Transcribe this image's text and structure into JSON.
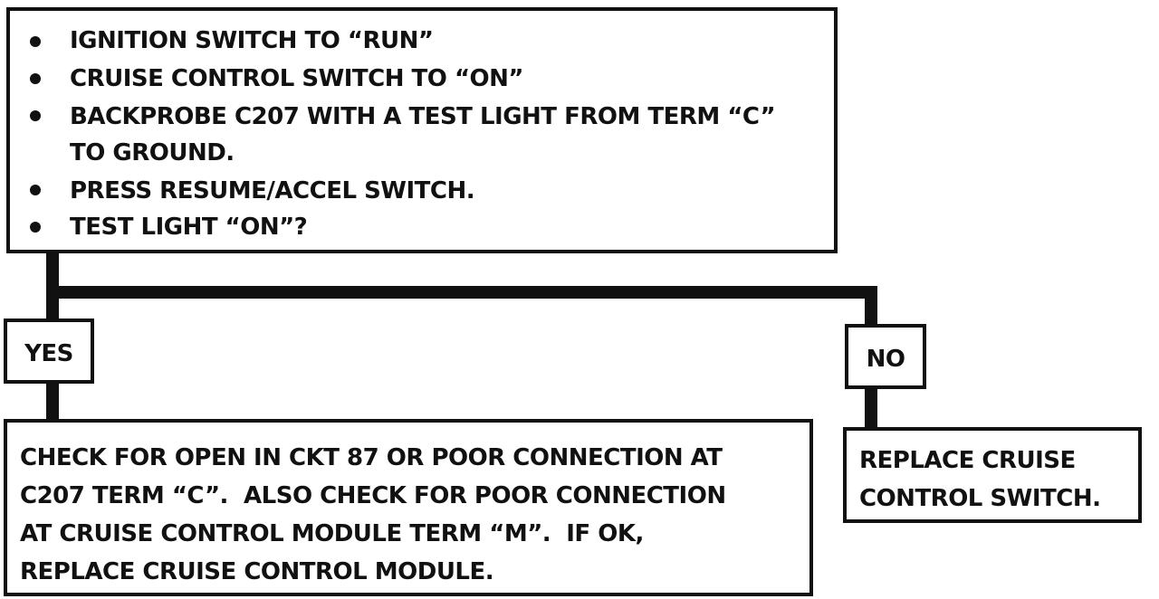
{
  "question_box": {
    "steps": [
      "IGNITION SWITCH TO “RUN”",
      "CRUISE CONTROL SWITCH TO “ON”",
      "BACKPROBE C207 WITH A TEST LIGHT FROM TERM “C”",
      "TO GROUND.",
      "PRESS RESUME/ACCEL SWITCH.",
      "TEST LIGHT “ON”?"
    ]
  },
  "branches": {
    "yes_label": "YES",
    "no_label": "NO"
  },
  "actions": {
    "yes_lines": [
      "CHECK FOR OPEN IN CKT 87 OR POOR CONNECTION AT",
      "C207 TERM “C”.  ALSO CHECK FOR POOR CONNECTION",
      "AT CRUISE CONTROL MODULE TERM “M”.  IF OK,",
      "REPLACE CRUISE CONTROL MODULE."
    ],
    "no_lines": [
      "REPLACE CRUISE",
      "CONTROL SWITCH."
    ]
  }
}
